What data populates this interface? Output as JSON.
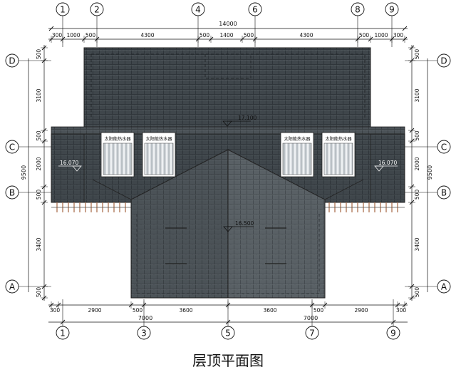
{
  "title": "层顶平面图",
  "grid_top": [
    "1",
    "2",
    "4",
    "6",
    "8",
    "9"
  ],
  "grid_bottom": [
    "1",
    "3",
    "5",
    "7",
    "9"
  ],
  "grid_left": [
    "D",
    "C",
    "B",
    "A"
  ],
  "grid_right": [
    "D",
    "C",
    "B",
    "A"
  ],
  "dims_top_row1": [
    "300",
    "1000",
    "500",
    "4300",
    "500",
    "1400",
    "500",
    "4300",
    "500",
    "1000",
    "300"
  ],
  "dims_top_total": "14000",
  "dims_bottom_row1": [
    "300",
    "2900",
    "500",
    "3600",
    "3600",
    "500",
    "2900",
    "300"
  ],
  "dims_bottom_row2": [
    "7000",
    "7000"
  ],
  "dims_left_row1": [
    "500",
    "3100",
    "500",
    "2000",
    "500",
    "3400",
    "500"
  ],
  "dims_left_total": "9500",
  "dims_right_row1": [
    "500",
    "3100",
    "500",
    "2000",
    "500",
    "3400",
    "500"
  ],
  "dims_right_total": "9500",
  "solar_label": "太阳能热水器",
  "elevations": [
    "17.100",
    "16.500",
    "16.070",
    "16.070"
  ],
  "colors": {
    "roof_dark": "#3f464b",
    "roof_mid": "#4d545a",
    "roof_front_right": "#5a6166",
    "line": "#222222",
    "solar_cell": "#d9dde0",
    "rafter": "#b07a5a"
  }
}
